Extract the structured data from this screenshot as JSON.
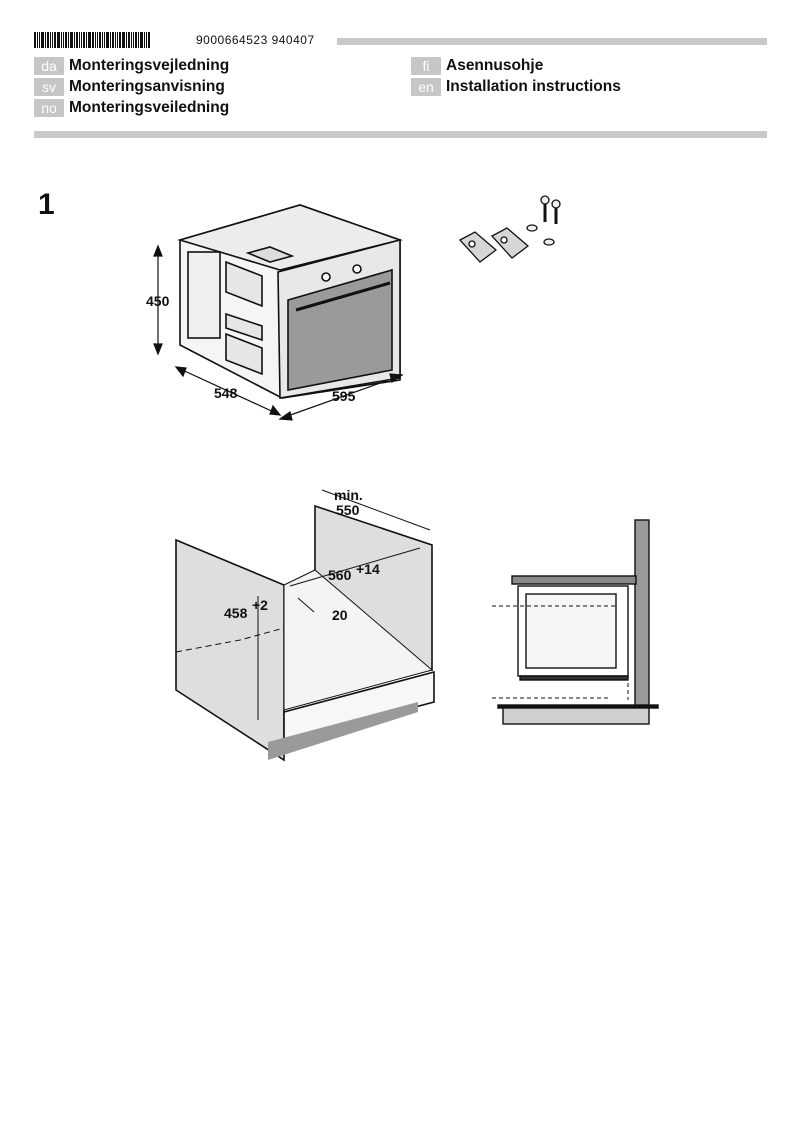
{
  "header": {
    "barcode_label": "barcode",
    "doc_number": "9000664523   940407"
  },
  "languages": [
    {
      "code": "da",
      "title": "Monteringsvejledning"
    },
    {
      "code": "sv",
      "title": "Monteringsanvisning"
    },
    {
      "code": "no",
      "title": "Monteringsveiledning"
    },
    {
      "code": "fi",
      "title": "Asennusohje"
    },
    {
      "code": "en",
      "title": "Installation instructions"
    }
  ],
  "step": {
    "number": "1"
  },
  "oven_dimensions": {
    "height": "450",
    "depth": "548",
    "width": "595"
  },
  "cabinet_dimensions": {
    "depth_label": "min.",
    "depth_value": "550",
    "width_value": "560",
    "width_tolerance": "+14",
    "height_value": "458",
    "height_tolerance": "+2",
    "notch": "20"
  },
  "colors": {
    "accent_bar": "#c9c9c9",
    "lang_badge": "#c6c6c6",
    "panel_fill": "#dedede",
    "oven_door": "#9a9a9a"
  }
}
